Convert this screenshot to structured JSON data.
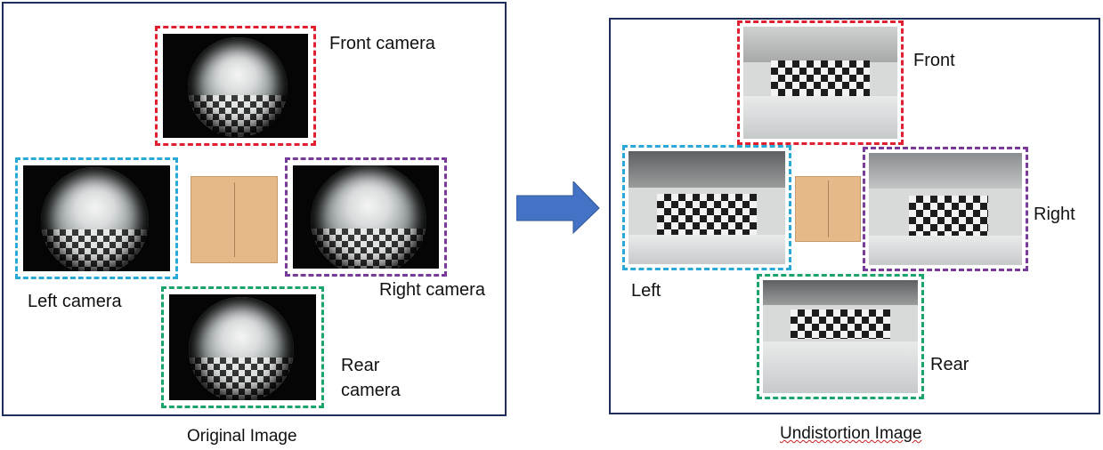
{
  "original": {
    "caption": "Original Image",
    "labels": {
      "front": "Front camera",
      "left": "Left camera",
      "right": "Right camera",
      "rear_line1": "Rear",
      "rear_line2": "camera"
    }
  },
  "undistortion": {
    "caption": "Undistortion Image",
    "labels": {
      "front": "Front",
      "left": "Left",
      "right": "Right",
      "rear": "Rear"
    }
  },
  "colors": {
    "front": "#e02030",
    "left": "#2aa8d8",
    "right": "#7a3a9a",
    "rear": "#1aa36a",
    "panel_border": "#1f2d5a",
    "arrow": "#4472c4",
    "car": "#e6b98a"
  }
}
